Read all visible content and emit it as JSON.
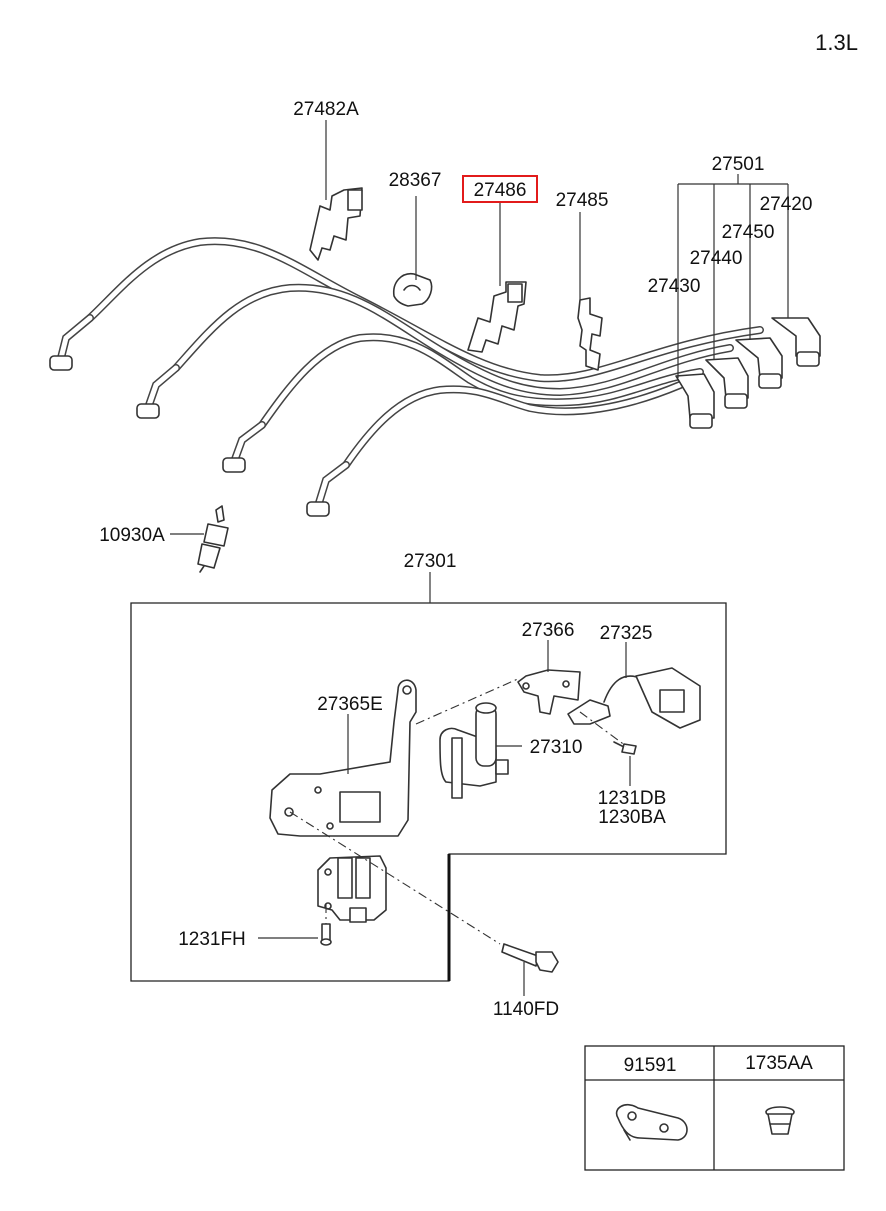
{
  "header": {
    "engine": "1.3L"
  },
  "callouts": {
    "c27482A": "27482A",
    "c28367": "28367",
    "c27486": "27486",
    "c27485": "27485",
    "c27501": "27501",
    "c27420": "27420",
    "c27450": "27450",
    "c27440": "27440",
    "c27430": "27430",
    "c10930A": "10930A",
    "c27301": "27301",
    "c27366": "27366",
    "c27325": "27325",
    "c27365E": "27365E",
    "c27310": "27310",
    "c1231DB": "1231DB",
    "c1230BA": "1230BA",
    "c1231FH": "1231FH",
    "c1140FD": "1140FD"
  },
  "legend_table": {
    "col1": "91591",
    "col2": "1735AA"
  },
  "highlight_color": "#e21b1b"
}
